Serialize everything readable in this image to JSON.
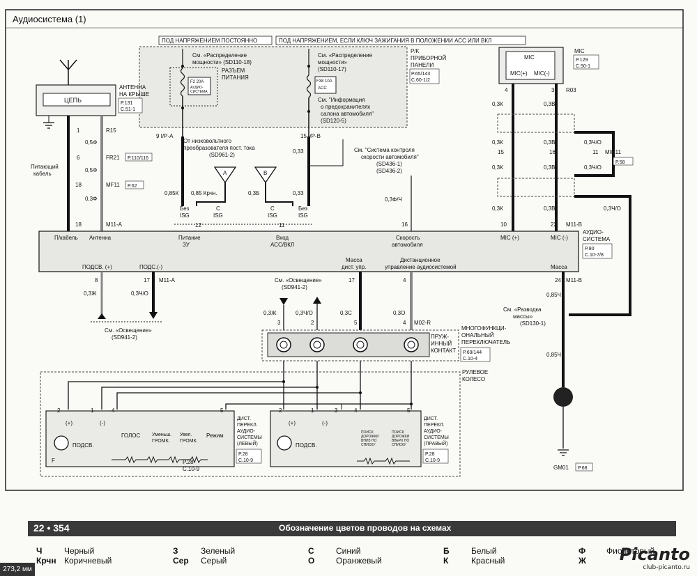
{
  "title": "Аудиосистема (1)",
  "headers": {
    "constant": "ПОД НАПРЯЖЕНИЕМ ПОСТОЯННО",
    "ignition": "ПОД НАПРЯЖЕНИЕМ, ЕСЛИ КЛЮЧ ЗАЖИГАНИЯ В ПОЛОЖЕНИИ АСС ИЛИ ВКЛ"
  },
  "fuse_panel": {
    "label1": "Р/К",
    "label2": "ПРИБОРНОЙ",
    "label3": "ПАНЕЛИ",
    "ref1": "P.65/143",
    "ref2": "C.60-1/2",
    "see1a": "См. «Распределение",
    "see1b": "мощности» (SD110-18)",
    "conn1": "РАЗЪЕМ",
    "conn2": "ПИТАНИЯ",
    "fuse1": "F2 20A",
    "fuse1desc1": "АУДИО-",
    "fuse1desc2": "СИСТЕМА",
    "see2a": "См. «Распределение",
    "see2b": "мощности»",
    "see2c": "(SD110-17)",
    "fuse2": "F38 10A",
    "fuse2desc": "ACC",
    "info1": "См. \"Информация",
    "info2": "о предохранителях",
    "info3": "салона автомобиля\"",
    "info4": "(SD120-5)"
  },
  "antenna": {
    "circuit": "ЦЕПЬ",
    "label1": "АНТЕННА",
    "label2": "НА КРЫШЕ",
    "ref1": "P.131",
    "ref2": "C.51-1",
    "cable1": "Питающий",
    "cable2": "кабель",
    "wire": {
      "p1": "1",
      "c1": "R15",
      "w1": "0,5Ф",
      "p2": "6",
      "c2": "FR21",
      "r2": "P.110/116",
      "w2": "0,5Ф",
      "p3": "18",
      "c3": "MF11",
      "r3": "P.62",
      "w3": "0,3Ф",
      "p4": "18",
      "c4": "M11-A"
    }
  },
  "wires": {
    "ipa": "9 I/P-A",
    "w085k": "0,85К",
    "w085krch": "0,85 Крчн.",
    "ipb": "15 I/P-B",
    "w033a": "0,33",
    "w033b": "0,33",
    "w035": "0,3Б"
  },
  "dcdc": {
    "l1": "От низковольтного",
    "l2": "преобразователя пост. тока",
    "l3": "(SD961-2)",
    "a": "A",
    "b": "B"
  },
  "isg": {
    "no1a": "Без",
    "no1b": "ISG",
    "yes1a": "С",
    "yes1b": "ISG",
    "yes2a": "С",
    "yes2b": "ISG",
    "no2a": "Без",
    "no2b": "ISG"
  },
  "pins": {
    "p12": "12",
    "p11": "11",
    "p16": "16"
  },
  "speed": {
    "l1": "См. \"Система контроля",
    "l2": "скорости автомобиля\"",
    "l3": "(SD436-1)",
    "l4": "(SD436-2)",
    "wire": "0,3Ф/Ч"
  },
  "mic": {
    "label": "MIC",
    "plus": "MIC(+)",
    "minus": "MIC(-)",
    "title": "MIC",
    "ref1": "P.129",
    "ref2": "C.50-1",
    "pin4": "4",
    "pin3": "3",
    "r03": "R03",
    "wk1": "0,3К",
    "wv1": "0,3В",
    "wk2": "0,3К",
    "wv2": "0,3В",
    "pin15": "15",
    "pin16": "16",
    "wk3": "0,3К",
    "wv3": "0,3В",
    "wk4": "0,3К",
    "wv4": "0,3В",
    "pin10": "10",
    "pin22": "22",
    "m11b": "M11-B",
    "sw1": "0,3Ч/О",
    "pin11": "11",
    "mir11": "MIR11",
    "mir11ref": "P.58",
    "sw2": "0,3Ч/О",
    "sw3": "0,3Ч/О"
  },
  "audio": {
    "cable": "П/кабель",
    "antenna": "Антенна",
    "pow1": "Питание",
    "pow2": "ЗУ",
    "acc1": "Вход",
    "acc2": "АСС/ВКЛ",
    "speed1": "Скорость",
    "speed2": "автомобиля",
    "micp": "MIC (+)",
    "micm": "MIC (-)",
    "blp": "ПОДСВ. (+)",
    "blm": "ПОДС.(-)",
    "rg1": "Масса",
    "rg2": "дист. упр.",
    "rc1": "Дистанционное",
    "rc2": "управление аудиосистемой",
    "gnd": "Масса",
    "title1": "АУДИО-",
    "title2": "СИСТЕМА",
    "ref1": "P.80",
    "ref2": "C.10-7/8"
  },
  "light": {
    "p8": "8",
    "p17": "17",
    "m11a": "M11-A",
    "w1": "0,3Ж",
    "w2": "0,3Ч/О",
    "see1": "См. «Освещение»",
    "see2": "(SD941-2)"
  },
  "light2": {
    "see1": "См. «Освещение»",
    "see2": "(SD941-2)",
    "w1": "0,3Ж",
    "w2": "0,3Ч/О"
  },
  "sw": {
    "p3": "3",
    "p2": "2",
    "p17": "17",
    "p4a": "4",
    "w1": "0,3С",
    "w2": "0,3О",
    "p5": "5",
    "p4": "4",
    "m02r": "M02-R"
  },
  "clock": {
    "l1": "ПРУЖ-",
    "l2": "ИННЫЙ",
    "l3": "КОНТАКТ",
    "m1": "МНОГОФУНКЦИ-",
    "m2": "ОНАЛЬНЫЙ",
    "m3": "ПЕРЕКЛЮЧАТЕЛЬ",
    "r1": "P.69/144",
    "r2": "C.10-4"
  },
  "wheel": {
    "l1": "РУЛЕВОЕ",
    "l2": "КОЛЕСО"
  },
  "lsw": {
    "p2": "2",
    "p1": "1",
    "p4": "4",
    "p5": "5",
    "plus": "(+)",
    "minus": "(-)",
    "bl": "ПОДСВ.",
    "voice": "ГОЛОС",
    "vd1": "Уменьш.",
    "vd2": "ГРОМК.",
    "vu1": "Увел.",
    "vu2": "ГРОМК.",
    "mode": "Режим",
    "f": "F",
    "t1": "P.28",
    "t2": "C.10-9",
    "n1": "ДИСТ.",
    "n2": "ПЕРЕКЛ.",
    "n3": "АУДИО-",
    "n4": "СИСТЕМЫ",
    "n5": "(ЛЕВЫЙ)",
    "r1": "P.28",
    "r2": "C.10-9"
  },
  "rsw": {
    "p2": "2",
    "p1": "1",
    "p3": "3",
    "p4": "4",
    "p5": "5",
    "plus": "(+)",
    "minus": "(-)",
    "bl": "ПОДСВ.",
    "d1": "ПОИСК",
    "d2": "ДОРОЖКИ",
    "d3": "ВНИЗ ПО",
    "d4": "СПИСКУ",
    "u1": "ПОИСК",
    "u2": "ДОРОЖКИ",
    "u3": "ВВЕРХ ПО",
    "u4": "СПИСКУ",
    "n1": "ДИСТ.",
    "n2": "ПЕРЕКЛ.",
    "n3": "АУДИО-",
    "n4": "СИСТЕМЫ",
    "n5": "(ПРАВЫЙ)",
    "r1": "P.28",
    "r2": "C.10-9"
  },
  "gnd": {
    "p24": "24",
    "m11b": "M11-B",
    "w1": "0,85Ч",
    "see1": "См. «Разводка",
    "see2": "массы»",
    "see3": "(SD130-1)",
    "w2": "0,85Ч",
    "gm01": "GM01",
    "ref": "P.68"
  },
  "legend": {
    "page": "22 • 354",
    "title": "Обозначение цветов проводов на схемах",
    "items": [
      {
        "code": "Ч",
        "name": "Черный"
      },
      {
        "code": "Крчн",
        "name": "Коричневый"
      },
      {
        "code": "З",
        "name": "Зеленый"
      },
      {
        "code": "Сер",
        "name": "Серый"
      },
      {
        "code": "С",
        "name": "Синий"
      },
      {
        "code": "О",
        "name": "Оранжевый"
      },
      {
        "code": "Б",
        "name": "Белый"
      },
      {
        "code": "К",
        "name": "Красный"
      },
      {
        "code": "Ф",
        "name": "Фиолетовый"
      },
      {
        "code": "Ж",
        "name": ""
      }
    ]
  },
  "dimension": "273,2 мм",
  "watermark": {
    "brand": "Picanto",
    "site": "club-picanto.ru"
  }
}
